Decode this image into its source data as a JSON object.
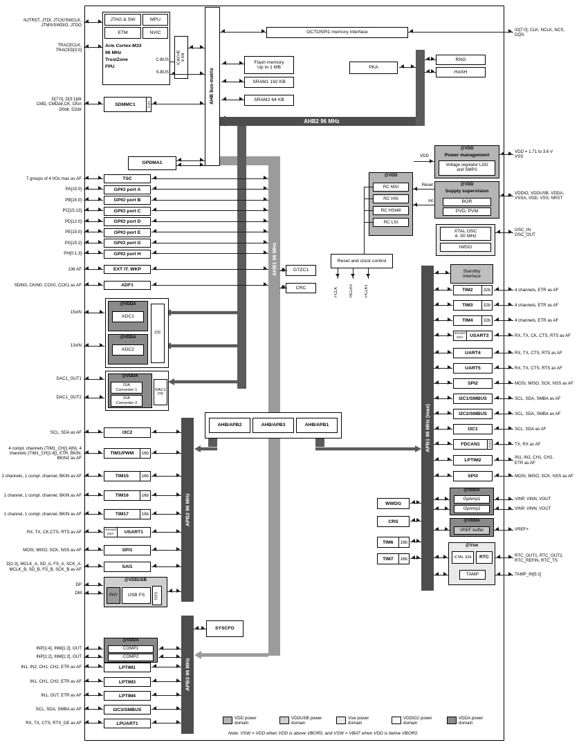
{
  "pins": {
    "jtag": "NJTRST, JTDI, JTCK/SWCLK,\nJTMS/SWDIO, JTDO",
    "trace": "TRACECLK,\nTRACED[3:0]"
  },
  "cpu": {
    "jtag": "JTAG & SW",
    "mpu": "MPU",
    "etm": "ETM",
    "nvic": "NVIC",
    "name": "Arm Cortex-M33",
    "freq": "96 MHz",
    "tz": "TrustZone",
    "fpu": "FPU",
    "cbus": "C-BUS",
    "sbus": "S-BUS",
    "icache": "ICACHE\n8 KB"
  },
  "bus_matrix": "AHB bus-matrix",
  "sdmmc": {
    "label": "SDMMC1",
    "fifo": "FIFO",
    "pin": "D[7:0], D[3:1]dir\nCMD, CMDdir,CK, CKin\nD0dir, D2dir"
  },
  "octospi": {
    "label": "OCTOSPI1 memory interface",
    "pin": "IO[7:0], CLK, NCLK, NCS,\nDQS"
  },
  "memories": {
    "flash": "Flash memory\nUp to 1 MB",
    "sram1": "SRAM1 192 KB",
    "sram2": "SRAM2 64 KB"
  },
  "crypto": {
    "pka": "PKA",
    "rng": "RNG",
    "hash": "HASH"
  },
  "gpdma": "GPDMA1",
  "gtzc": "GTZC1",
  "crc": "CRC",
  "syscfg": "SYSCFG",
  "standby": "Standby\ninterface",
  "buses": {
    "ahb2": "AHB2 96 MHz",
    "ahb1": "AHB1 96 MHz",
    "apb1": "APB1 96 MHz (max)",
    "apb2": "APB2 96 MHz",
    "apb3": "APB3 96 MHz",
    "bridge1": "AHB/APB2",
    "bridge2": "AHB/APB3",
    "bridge3": "AHB/APB1"
  },
  "power": {
    "at": "@VDD",
    "title": "Power management",
    "body": "Voltage regulator LDO\nand SMPS",
    "vdd": "VDD",
    "pin": "VDD = 1.71 to 3.6 V\nVSS"
  },
  "supply": {
    "at": "@VDD",
    "title": "Supply supervision",
    "bor": "BOR",
    "pvd": "PVD, PVM",
    "reset": "Reset",
    "int": "Int",
    "pin": "VDDIO, VDDUSB, VDDA,\nVSSA, VDD, VSS, NRST"
  },
  "rc": {
    "at": "@VDD",
    "msi": "RC MSI",
    "hsi": "RC HSI",
    "hsi48": "RC HSI48",
    "lsi": "RC LSI"
  },
  "rcc": {
    "label": "Reset and clock control",
    "fclk": "FCLK",
    "hclk": "HCLKx",
    "pclk": "PCLKx"
  },
  "xtal": {
    "osc": "XTAL OSC\n4- 50 MHz",
    "iwdg": "IWDG",
    "pin": "OSC_IN\nOSC_OUT"
  },
  "adc": {
    "at": "@VDDA",
    "adc1": "ADC1",
    "adc2": "ADC2",
    "itf": "ITF",
    "pin1": "15xIN",
    "pin2": "13xIN"
  },
  "dac": {
    "at": "@VDDA",
    "d1": "D/A\nConverter 1",
    "d2": "D/A\nConverter 2",
    "itf": "DAC1\nITF",
    "pin1": "DAC1_OUT1",
    "pin2": "DAC1_OUT2"
  },
  "usb": {
    "at": "@VDDUSB",
    "phy": "PHY",
    "label": "USB FS",
    "fifo": "FIFO",
    "pin1": "DP",
    "pin2": "DM"
  },
  "comp": {
    "at": "@VDDA",
    "c1": "COMP1",
    "c2": "COMP2",
    "pin1": "INP[1:4], INM[1:2], OUT",
    "pin2": "INP[1:2], INM[1:2], OUT"
  },
  "opamp": {
    "at": "@VDDA",
    "o1": "OpAmp1",
    "o2": "OpAmp2",
    "pin1": "VINP, VINN, VOUT",
    "pin2": "VINP, VINN, VOUT"
  },
  "vref": {
    "at": "@VDDA",
    "label": "VREF buffer",
    "pin": "VREF+"
  },
  "vsw": {
    "at": "@Vsw",
    "xtal": "XTAL 32k",
    "rtc": "RTC",
    "tamp": "TAMP",
    "pin1": "RTC_OUT1, RTC_OUT2,\nRTC_REFIN, RTC_TS",
    "pin2": "TAMP_IN[5:1]"
  },
  "gpio_rows": [
    {
      "pin": "7 groups of 4 I/Os max as AF",
      "label": "TSC"
    },
    {
      "pin": "PA[15:0]",
      "label": "GPIO port A"
    },
    {
      "pin": "PB[15:0]",
      "label": "GPIO port B"
    },
    {
      "pin": "PC[15:13]",
      "label": "GPIO port C"
    },
    {
      "pin": "PD[12:0]",
      "label": "GPIO port D"
    },
    {
      "pin": "PE[15:0]",
      "label": "GPIO port E"
    },
    {
      "pin": "PG[15:2]",
      "label": "GPIO port G"
    },
    {
      "pin": "PH[0:1,3]",
      "label": "GPIO port H"
    },
    {
      "pin": "136 AF",
      "label": "EXT IT. WKP"
    },
    {
      "pin": "SDIN0, CKIN0, CCK0, CCK1 as AF",
      "label": "ADF1"
    }
  ],
  "apb2_rows": [
    {
      "pin": "SCL, SDA as AF",
      "label": "I3C2"
    },
    {
      "pin": "4 compl. channels (TIM1_CH[1:4]N), 4 channels (TIM1_CH[1:4]), ETR, BKIN, BKIN2 as AF",
      "label": "TIM1/PWM",
      "size": "16b"
    },
    {
      "pin": "2 channels, 1 compl. channel, BKIN as AF",
      "label": "TIM15",
      "size": "16b"
    },
    {
      "pin": "1 channel, 1 compl. channel, BKIN as AF",
      "label": "TIM16",
      "size": "16b"
    },
    {
      "pin": "1 channel, 1 compl. channel, BKIN as AF",
      "label": "TIM17",
      "size": "16b"
    },
    {
      "pin": "RX, TX, CK,CTS, RTS as AF",
      "label": "USART1",
      "tag": "smcard\nirDA"
    },
    {
      "pin": "MOSI, MISO, SCK, NSS as AF",
      "label": "SPI1"
    },
    {
      "pin": "D[1:3], MCLK_A, SD_A, FS_A, SCK_A, MCLK_B, SD_B, FS_B, SCK_B as AF",
      "label": "SAI1"
    }
  ],
  "apb1_rows": [
    {
      "label": "TIM2",
      "size": "32b",
      "pin": "4 channels, ETR as AF"
    },
    {
      "label": "TIM3",
      "size": "32b",
      "pin": "4 channels, ETR as AF"
    },
    {
      "label": "TIM4",
      "size": "32b",
      "pin": "4 channels, ETR as AF"
    },
    {
      "label": "USART3",
      "tag": "smcard\nirDA",
      "pin": "RX, TX, CK, CTS, RTS as AF"
    },
    {
      "label": "UART4",
      "pin": "RX, TX, CTS, RTS as AF"
    },
    {
      "label": "UART5",
      "pin": "RX, TX, CTS, RTS as AF"
    },
    {
      "label": "SPI2",
      "pin": "MOSI, MISO, SCK, NSS as AF"
    },
    {
      "label": "I2C1/SMBUS",
      "pin": "SCL, SDA, SMBA as AF"
    },
    {
      "label": "I2C2/SMBUS",
      "pin": "SCL, SDA, SMBA as AF"
    },
    {
      "label": "I3C1",
      "pin": "SCL, SDA as AF"
    },
    {
      "label": "FDCAN1",
      "fifo": "FIFO",
      "pin": "TX, RX as AF"
    },
    {
      "label": "LPTIM2",
      "pin": "IN1, IN2, CH1, CH2,\nETR as AF"
    },
    {
      "label": "SPI3",
      "pin": "MOSI, MISO, SCK, NSS as AF"
    }
  ],
  "apb3_rows": [
    {
      "pin": "IN1, IN2, CH1, CH2, ETR as AF",
      "label": "LPTIM1"
    },
    {
      "pin": "IN1, CH1, CH2, ETR as AF",
      "label": "LPTIM3"
    },
    {
      "pin": "IN1, OUT, ETR as AF",
      "label": "LPTIM4"
    },
    {
      "pin": "SCL, SDA, SMBA as AF",
      "label": "I2C3/SMBUS"
    },
    {
      "pin": "RX, TX, CTS, RTS_DE as AF",
      "label": "LPUART1"
    }
  ],
  "mid_blocks": [
    {
      "label": "WWDG"
    },
    {
      "label": "CRS"
    },
    {
      "label": "TIM6",
      "size": "16b"
    },
    {
      "label": "TIM7",
      "size": "16b"
    }
  ],
  "legend": {
    "items": [
      {
        "label": "VDD power\ndomain",
        "color": "#b4b4b4"
      },
      {
        "label": "VDDUSB power\ndomain",
        "color": "#cfcfcf"
      },
      {
        "label": "Vsw power\ndomain",
        "color": "#e9e9e9"
      },
      {
        "label": "VDDIO2 power\ndomain",
        "color": "#f7f7f7"
      },
      {
        "label": "VDDA power\ndomain",
        "color": "#8a8a8a"
      }
    ],
    "note": "Note:  VSW = VDD when VDD is above VBOR0, and VSW = VBAT when VDD is below VBOR0."
  }
}
